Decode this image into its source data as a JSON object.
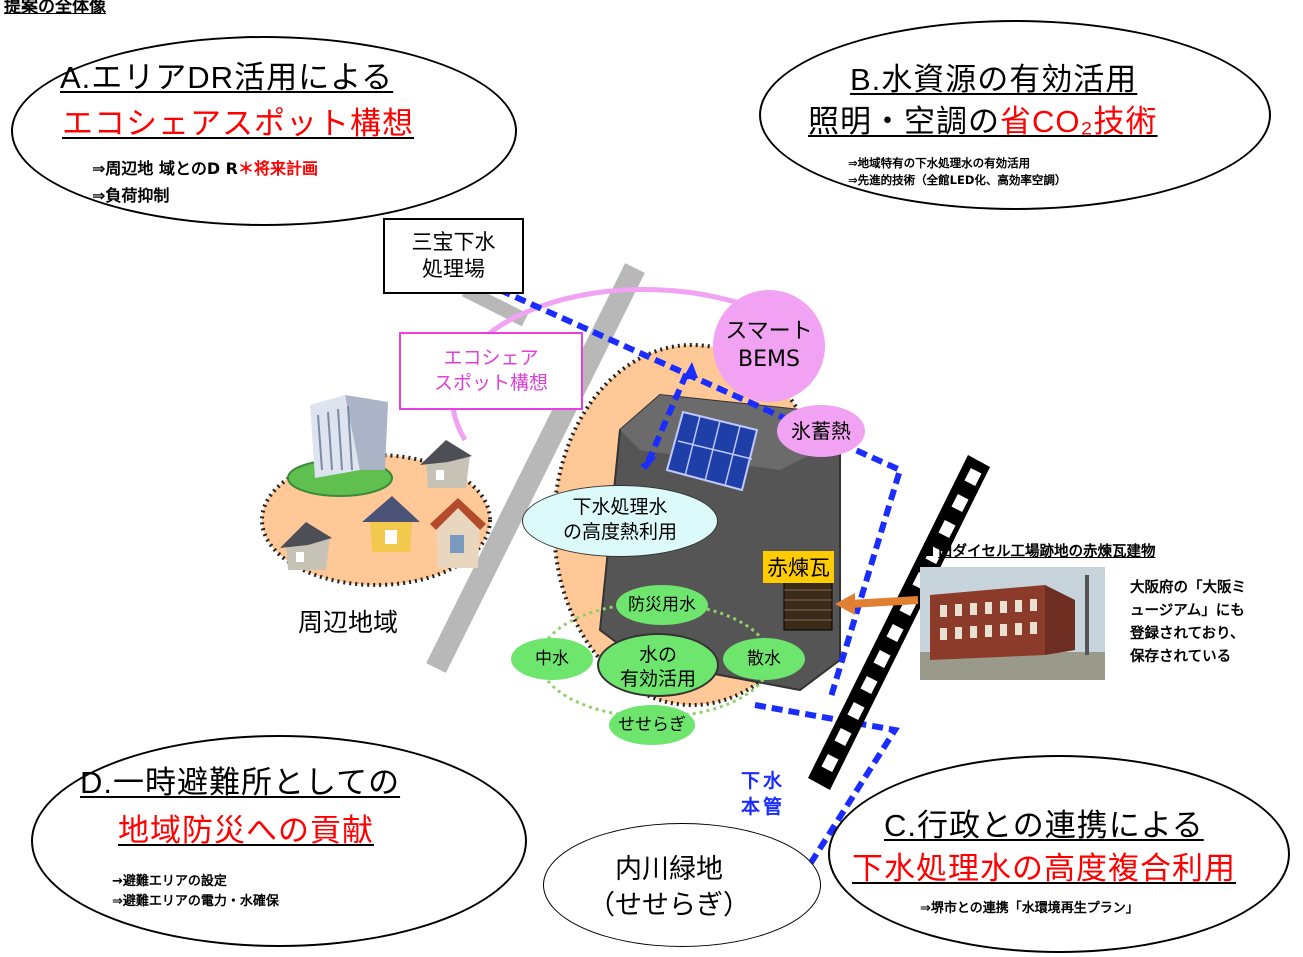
{
  "title": "提案の全体像",
  "section_a": {
    "heading_line1": "A.エリアDR活用による",
    "heading_line2": "エコシェアスポット構想",
    "bullet1_prefix": "⇒周辺地 域とのD R",
    "bullet1_suffix": "＊将来計画",
    "bullet2": "⇒負荷抑制"
  },
  "section_b": {
    "heading_line1": "B.水資源の有効活用",
    "heading_line2_black": "照明・空調の",
    "heading_line2_red": "省CO₂技術",
    "bullet1": "⇒地域特有の下水処理水の有効活用",
    "bullet2": "⇒先進的技術（全館LED化、高効率空調）"
  },
  "section_c": {
    "heading_line1": "C.行政との連携による",
    "heading_line2": "下水処理水の高度複合利用",
    "bullet1": "⇒堺市との連携「水環境再生プラン」"
  },
  "section_d": {
    "heading_line1": "D.一時避難所としての",
    "heading_line2": "地域防災への貢献",
    "bullet1": "→避難エリアの設定",
    "bullet2": "⇒避難エリアの電力・水確保"
  },
  "diagram": {
    "sewage_plant": "三宝下水\n処理場",
    "ecoshare": "エコシェア\nスポット構想",
    "smart_bems": "スマート\nBEMS",
    "ice_storage": "氷蓄熱",
    "sewage_heat": "下水処理水\nの高度熱利用",
    "red_brick": "赤煉瓦",
    "surrounding_area": "周辺地域",
    "water_center": "水の\n有効活用",
    "disaster_water": "防災用水",
    "grey_water": "中水",
    "sprinkling": "散水",
    "stream": "せせらぎ",
    "main_sewer": "下水\n本管",
    "greenbelt": "内川緑地\n（せせらぎ）",
    "photo_caption": "旧ダイセル工場跡地の赤煉瓦建物",
    "photo_note": "大阪府の「大阪ミ\nュージアム」にも\n登録されており、\n保存されている"
  },
  "colors": {
    "red": "#ff0000",
    "blue_dash": "#1a2cff",
    "orange_zone": "#ffc896",
    "pink": "#f2a2f2",
    "green": "#6ee66e",
    "light_blue": "#ddfafa"
  }
}
